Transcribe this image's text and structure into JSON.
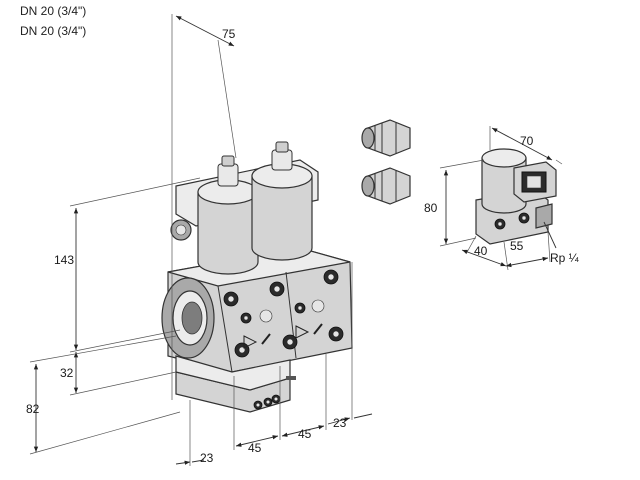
{
  "captions": {
    "line1": "DN 20 (3/4\")",
    "line2": "DN 20 (3/4\")"
  },
  "dimensions": {
    "d75": "75",
    "d143": "143",
    "d32": "32",
    "d82": "82",
    "d23_bottom": "23",
    "d45_left": "45",
    "d45_right": "45",
    "d23_right": "23",
    "d70": "70",
    "d80": "80",
    "d40": "40",
    "d55": "55",
    "rp": "Rp ¼"
  },
  "colors": {
    "body": "#d4d4d4",
    "dark": "#2b2b2b",
    "line": "#333333"
  }
}
